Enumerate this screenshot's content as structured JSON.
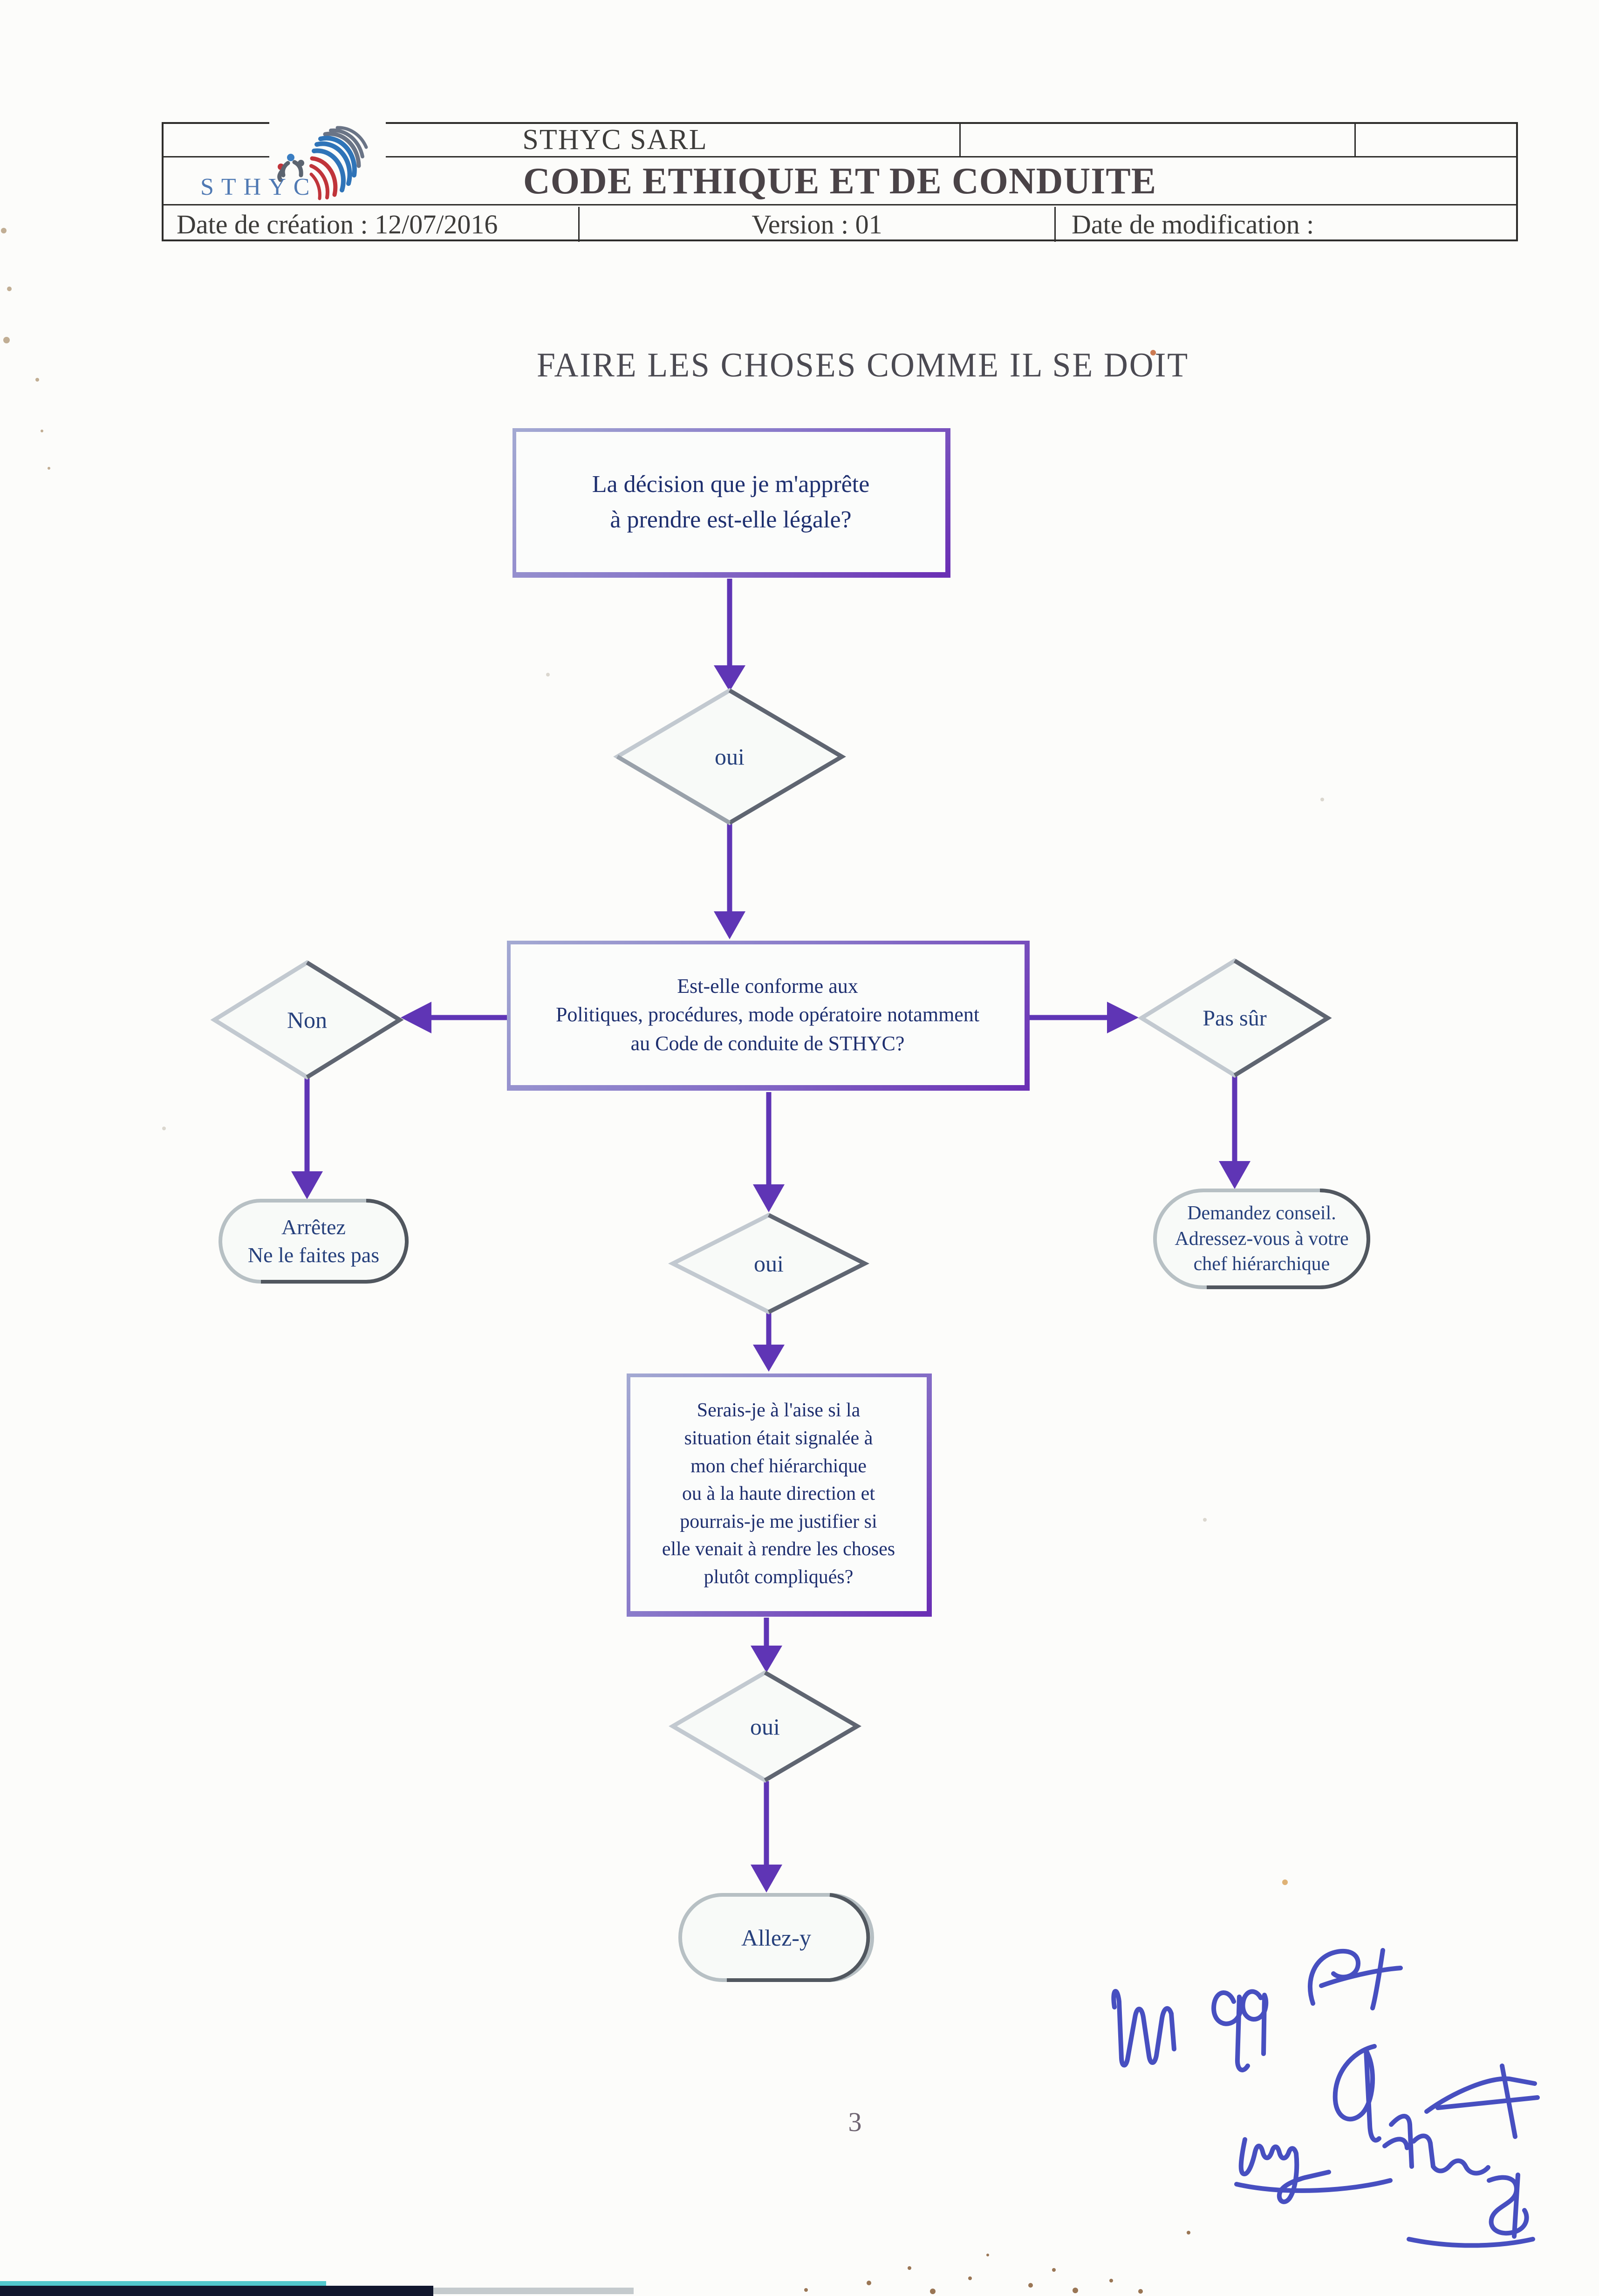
{
  "header": {
    "company": "STHYC SARL",
    "title": "CODE ETHIQUE ET DE CONDUITE",
    "created": "Date de création : 12/07/2016",
    "version": "Version : 01",
    "modified": "Date de modification :",
    "logo_text": "STHYC"
  },
  "page": {
    "heading": "FAIRE LES CHOSES COMME IL SE DOIT",
    "page_number": "3"
  },
  "flow": {
    "q1": "La décision que je m'apprête\nà prendre est-elle légale?",
    "d1": "oui",
    "q2": "Est-elle conforme aux\nPolitiques, procédures, mode opératoire notamment\nau Code de conduite de STHYC?",
    "d_left": "Non",
    "d_right": "Pas sûr",
    "stop": "Arrêtez\nNe le faites pas",
    "advice": "Demandez conseil.\nAdressez-vous à votre\nchef hiérarchique",
    "d2": "oui",
    "q3": "Serais-je à l'aise si la\nsituation était signalée à\nmon chef hiérarchique\nou à la haute direction et\npourrais-je me justifier si\nelle venait à rendre les choses\nplutôt compliqués?",
    "d3": "oui",
    "go": "Allez-y"
  },
  "colors": {
    "connector_purple": "#5f35b5",
    "box_border_purple": "#6a2fb4",
    "ink_text_navy": "#1e2f6f",
    "signature_ink_blue": "#474fc0",
    "logo_blue": "#2f74b8",
    "logo_red": "#c0343a",
    "logo_gray": "#6a7486",
    "table_border": "#2e2d2b"
  }
}
